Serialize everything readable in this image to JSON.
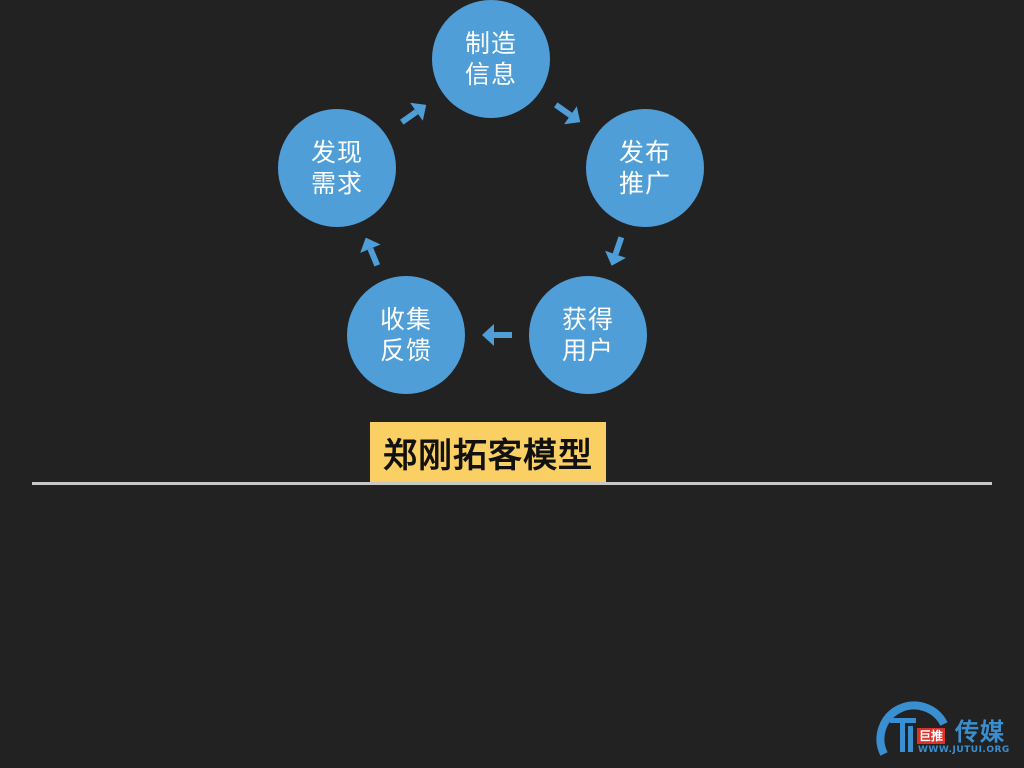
{
  "diagram": {
    "nodes": [
      {
        "id": "make-info",
        "line1": "制造",
        "line2": "信息"
      },
      {
        "id": "publish",
        "line1": "发布",
        "line2": "推广"
      },
      {
        "id": "acquire",
        "line1": "获得",
        "line2": "用户"
      },
      {
        "id": "feedback",
        "line1": "收集",
        "line2": "反馈"
      },
      {
        "id": "discover",
        "line1": "发现",
        "line2": "需求"
      }
    ],
    "edges": [
      {
        "from": "make-info",
        "to": "publish"
      },
      {
        "from": "publish",
        "to": "acquire"
      },
      {
        "from": "acquire",
        "to": "feedback"
      },
      {
        "from": "feedback",
        "to": "discover"
      },
      {
        "from": "discover",
        "to": "make-info"
      }
    ],
    "colors": {
      "node": "#4F9ED7",
      "arrow": "#4F9ED7",
      "title_bg": "#FAD064",
      "background": "#222222"
    }
  },
  "title": "郑刚拓客模型",
  "logo": {
    "brand": "传媒",
    "sub": "巨推",
    "url": "WWW.JUTUI.ORG",
    "icon": "jutui-logo-icon",
    "color": "#3A8FD0"
  }
}
